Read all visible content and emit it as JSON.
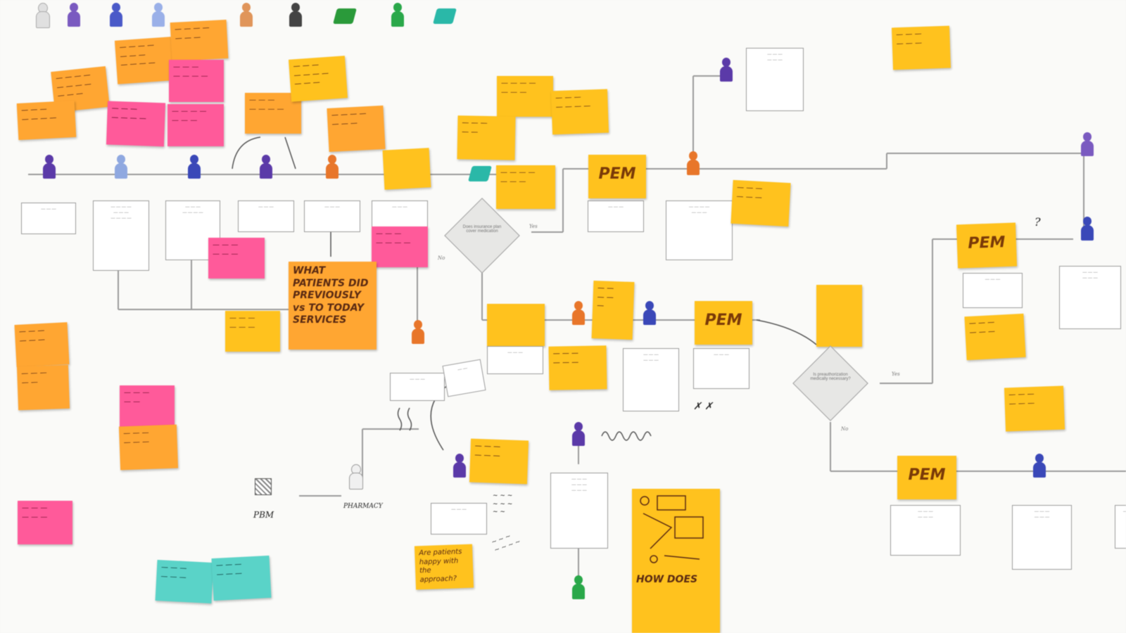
{
  "colors": {
    "yellow": "#ffc21e",
    "orange": "#ffa632",
    "pink": "#ff5a9a",
    "teal": "#5ad3c8",
    "purple_actor": "#5b3aa8",
    "blue_actor": "#3a48b8",
    "lightblue_actor": "#8fa8e0",
    "orange_actor": "#e8762a",
    "green_actor": "#2aa84a",
    "grey_actor": "#c8c8c8",
    "dark_actor": "#333333"
  },
  "legend": [
    {
      "icon": "grey-person-icon",
      "color": "#d4d4d4",
      "label": "..."
    },
    {
      "icon": "purple-person-icon",
      "color": "#7a5ac0",
      "label": "..."
    },
    {
      "icon": "blue-person-icon",
      "color": "#4a5ac8",
      "label": "..."
    },
    {
      "icon": "lightblue-person-icon",
      "color": "#9ab0e8",
      "label": "..."
    },
    {
      "icon": "orange-person-icon",
      "color": "#e88a4a",
      "label": "..."
    },
    {
      "icon": "orange-person-icon",
      "color": "#e0955a",
      "label": "..."
    },
    {
      "icon": "dark-person-icon",
      "color": "#444444",
      "label": "..."
    },
    {
      "icon": "green-parallelogram-icon",
      "color": "#2a9a3a",
      "label": "..."
    },
    {
      "icon": "green-person-icon",
      "color": "#2aa84a",
      "label": "..."
    },
    {
      "icon": "teal-parallelogram-icon",
      "color": "#2ab8a8",
      "label": "..."
    }
  ],
  "notes": {
    "pem_1": "PEM",
    "pem_2": "PEM",
    "pem_3": "PEM",
    "pem_4": "PEM",
    "what_patients_did": "WHAT PATIENTS DID PREVIOUSLY vs TO TODAY SERVICES",
    "are_patients_happy": "Are patients happy with the approach?",
    "how_does": "HOW DOES",
    "pbm": "PBM",
    "pharmacy": "PHARMACY"
  },
  "diagram_text": {
    "decision_1": "Does insurance plan cover medication",
    "decision_2": "Is preauthorization medically necessary?",
    "yes": "Yes",
    "no": "No",
    "question_mark": "?"
  }
}
